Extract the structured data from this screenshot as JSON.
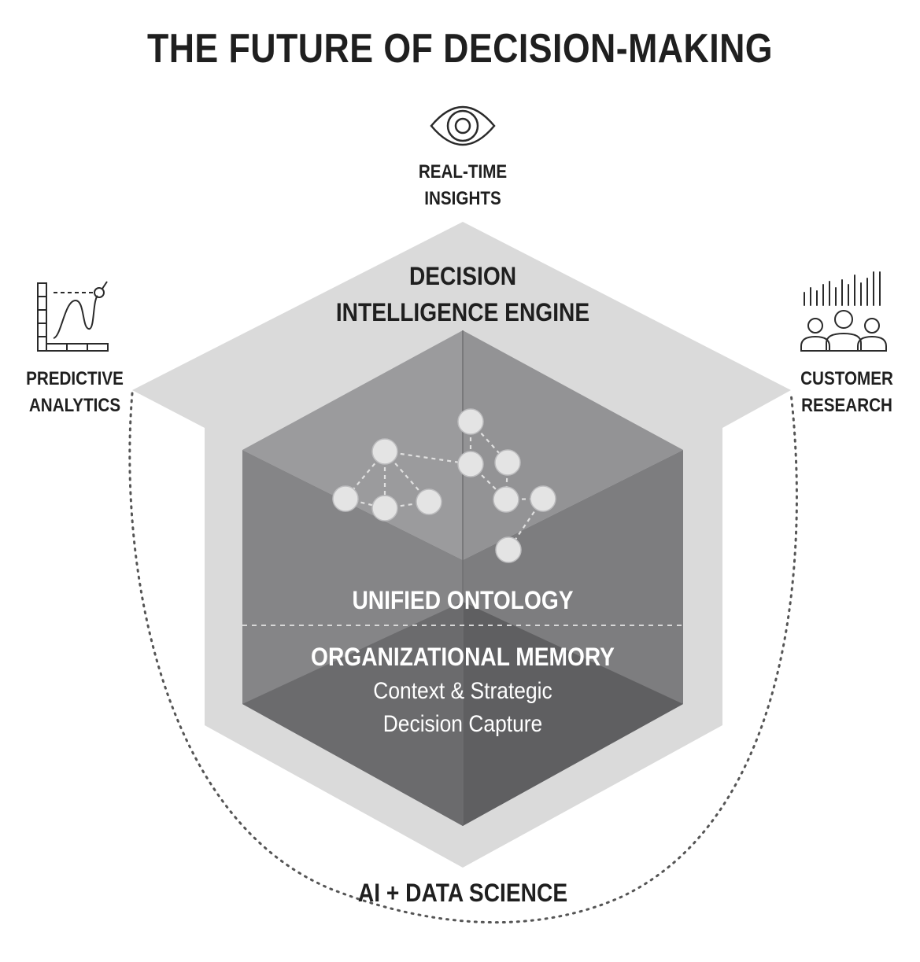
{
  "title": "THE FUTURE OF DECISION-MAKING",
  "inputs": {
    "top": {
      "label_line1": "REAL-TIME",
      "label_line2": "INSIGHTS",
      "icon": "eye-icon"
    },
    "left": {
      "label_line1": "PREDICTIVE",
      "label_line2": "ANALYTICS",
      "icon": "line-chart-icon"
    },
    "right": {
      "label_line1": "CUSTOMER",
      "label_line2": "RESEARCH",
      "icon": "audience-soundwave-icon"
    }
  },
  "engine": {
    "line1": "DECISION",
    "line2": "INTELLIGENCE ENGINE"
  },
  "cube": {
    "ontology": "UNIFIED ONTOLOGY",
    "memory": "ORGANIZATIONAL MEMORY",
    "memory_sub1": "Context & Strategic",
    "memory_sub2": "Decision Capture",
    "icon": "knowledge-graph-icon"
  },
  "foundation": "AI + DATA SCIENCE",
  "colors": {
    "text": "#1f1f1f",
    "outer_shape": "#dadada",
    "cube_light": "#9a9a9c",
    "cube_mid": "#8a8a8c",
    "cube_dark": "#606062",
    "node_fill": "#e6e6e6"
  }
}
